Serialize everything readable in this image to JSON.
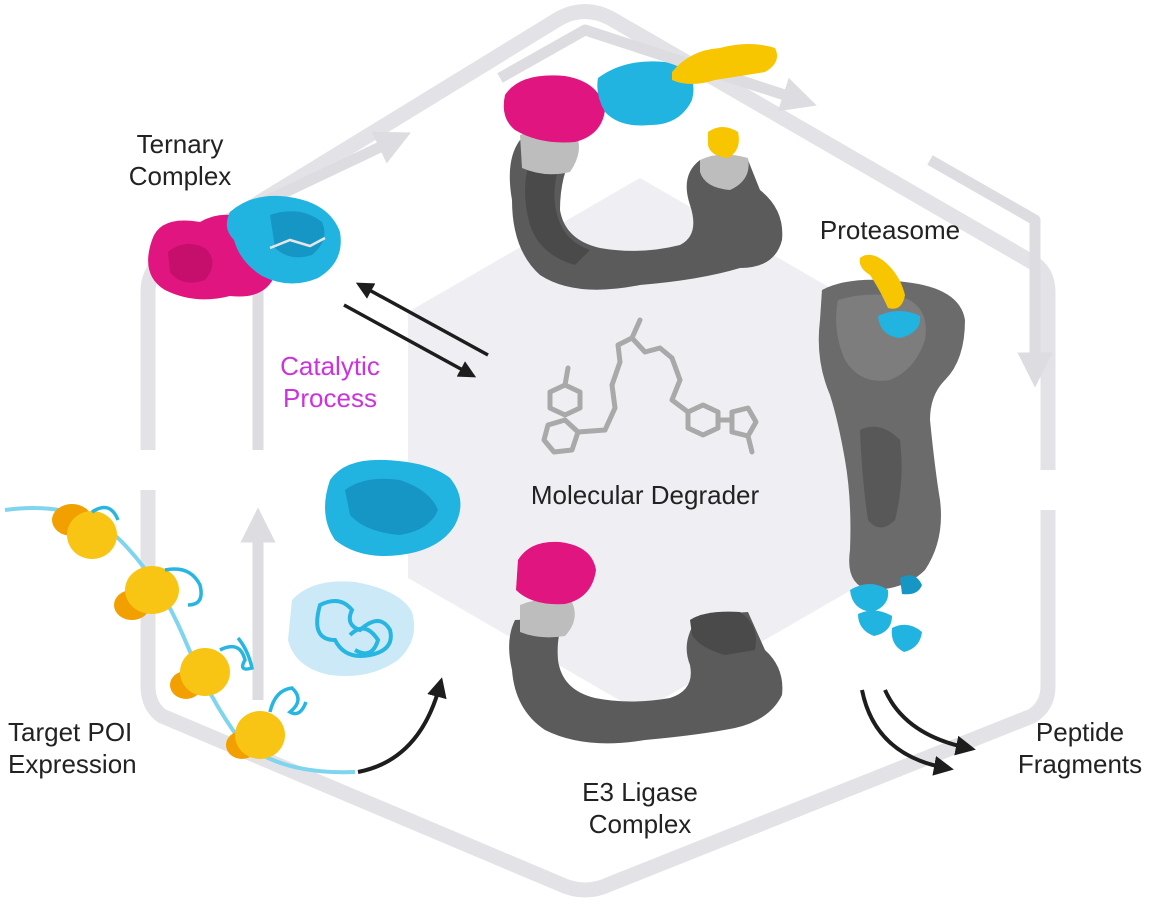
{
  "labels": {
    "ternary_complex": [
      "Ternary",
      "Complex"
    ],
    "proteasome": "Proteasome",
    "catalytic_process": [
      "Catalytic",
      "Process"
    ],
    "molecular_degrader": "Molecular Degrader",
    "target_poi_expression": [
      "Target POI",
      "Expression"
    ],
    "e3_ligase_complex": [
      "E3 Ligase",
      "Complex"
    ],
    "peptide_fragments": [
      "Peptide",
      "Fragments"
    ]
  },
  "colors": {
    "background": "#ffffff",
    "hexagon_fill": "#efeef2",
    "cycle_outline": "#dcdce0",
    "cycle_arrows": "#dddde1",
    "target_protein": "#22b4e0",
    "target_protein_dark": "#1696c4",
    "e3_ligase_dark": "#5b5b5b",
    "e3_ligase_light": "#bdbdbd",
    "recognition_domain": "#e0157f",
    "ubiquitin": "#f7c600",
    "ribosome": "#f8c514",
    "ribosome_dark": "#f1a000",
    "mrna": "#7fd4ee",
    "unfolded_chain": "#27b6e2",
    "degrader_molecule": "#a9a9a9",
    "black_arrow": "#1d1d1d",
    "catalytic_text": "#cc33dd",
    "label_text": "#222222"
  }
}
